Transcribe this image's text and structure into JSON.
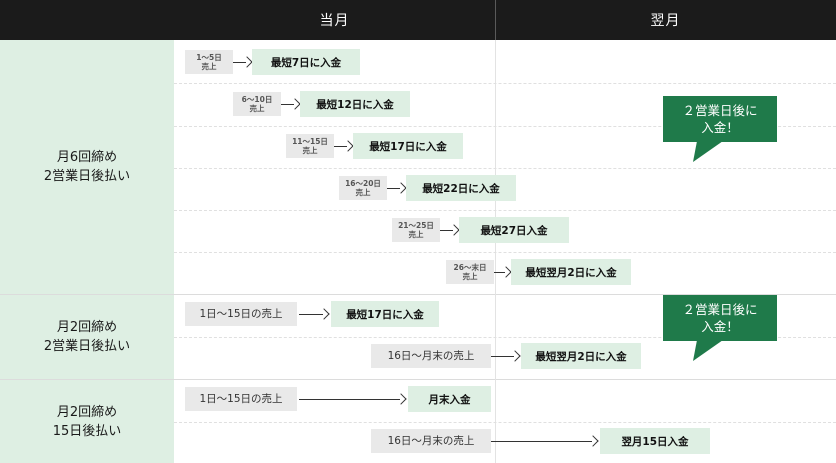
{
  "header": {
    "current_month": "当月",
    "next_month": "翌月"
  },
  "groups": [
    {
      "id": "g1",
      "label": "月6回締め\n2営業日後払い"
    },
    {
      "id": "g2",
      "label": "月2回締め\n2営業日後払い"
    },
    {
      "id": "g3",
      "label": "月2回締め\n15日後払い"
    }
  ],
  "rows": [
    {
      "sales": "1～5日\n売上",
      "payment": "最短7日に入金"
    },
    {
      "sales": "6～10日\n売上",
      "payment": "最短12日に入金"
    },
    {
      "sales": "11～15日\n売上",
      "payment": "最短17日に入金"
    },
    {
      "sales": "16～20日\n売上",
      "payment": "最短22日に入金"
    },
    {
      "sales": "21～25日\n売上",
      "payment": "最短27日入金"
    },
    {
      "sales": "26～末日\n売上",
      "payment": "最短翌月2日に入金"
    },
    {
      "sales": "1日～15日の売上",
      "payment": "最短17日に入金"
    },
    {
      "sales": "16日～月末の売上",
      "payment": "最短翌月2日に入金"
    },
    {
      "sales": "1日～15日の売上",
      "payment": "月末入金"
    },
    {
      "sales": "16日～月末の売上",
      "payment": "翌月15日入金"
    }
  ],
  "callouts": [
    {
      "text": "２営業日後に\n入金！"
    },
    {
      "text": "２営業日後に\n入金！"
    }
  ],
  "colors": {
    "header_bg": "#1b1b1b",
    "label_bg": "#deefe3",
    "payment_bg": "#deefe3",
    "sales_bg": "#e9e9e9",
    "callout_bg": "#1f7a4a"
  }
}
